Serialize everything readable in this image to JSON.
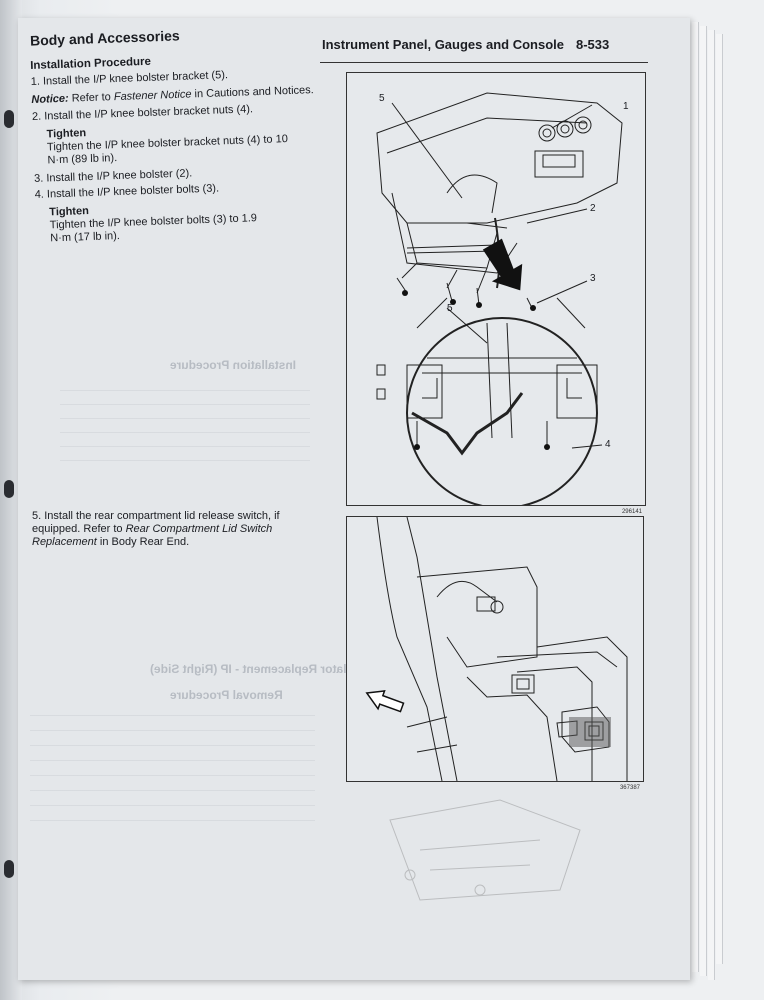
{
  "header": {
    "section": "Body and Accessories",
    "title": "Instrument Panel, Gauges and Console",
    "page_number": "8-533"
  },
  "procedure": {
    "heading": "Installation Procedure",
    "step1": "1. Install the I/P knee bolster bracket (5).",
    "notice_label": "Notice:",
    "notice_pre": " Refer to ",
    "notice_link": "Fastener Notice",
    "notice_post": " in Cautions and Notices.",
    "step2": "2. Install the I/P knee bolster bracket nuts (4).",
    "tighten1_label": "Tighten",
    "tighten1_text": "Tighten the I/P knee bolster bracket nuts (4) to 10 N·m (89 lb in).",
    "step3": "3. Install the I/P knee bolster (2).",
    "step4": "4. Install the I/P knee bolster bolts (3).",
    "tighten2_label": "Tighten",
    "tighten2_text": "Tighten the I/P knee bolster bolts (3) to 1.9 N·m (17 lb in).",
    "step5_pre": "5. Install the rear compartment lid release switch, if equipped. Refer to ",
    "step5_link": "Rear Compartment Lid Switch Replacement",
    "step5_post": " in Body Rear End."
  },
  "figure1": {
    "callouts": [
      "1",
      "2",
      "3",
      "4",
      "5",
      "5"
    ],
    "figure_id": "296141"
  },
  "figure2": {
    "figure_id": "367387"
  },
  "bleed_through": {
    "heading1": "Installation Procedure",
    "heading2": "Insulator Replacement - IP (Right Side)",
    "heading3": "Removal Procedure"
  }
}
